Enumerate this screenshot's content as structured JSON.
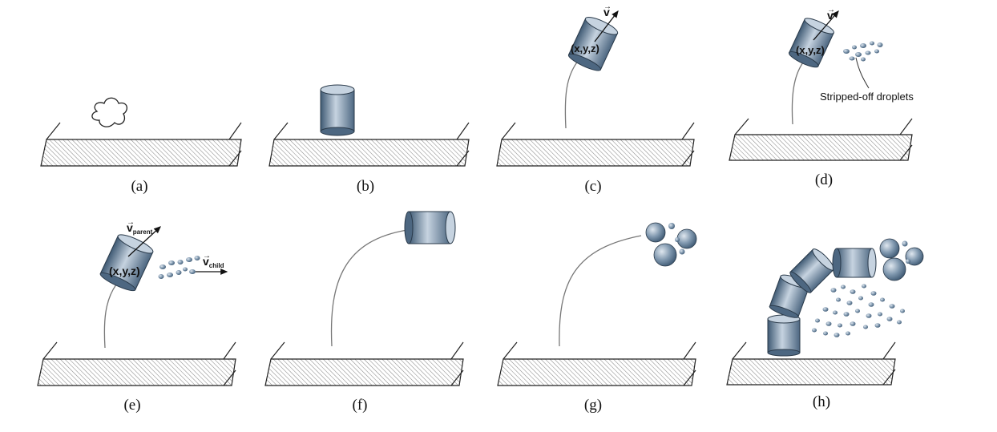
{
  "panels": [
    {
      "id": "a",
      "label": "(a)"
    },
    {
      "id": "b",
      "label": "(b)"
    },
    {
      "id": "c",
      "label": "(c)"
    },
    {
      "id": "d",
      "label": "(d)"
    },
    {
      "id": "e",
      "label": "(e)"
    },
    {
      "id": "f",
      "label": "(f)"
    },
    {
      "id": "g",
      "label": "(g)"
    },
    {
      "id": "h",
      "label": "(h)"
    }
  ],
  "annotations": {
    "position": "(x,y,z)",
    "velocity": "v",
    "velocity_parent_sub": "parent",
    "velocity_child_sub": "child",
    "stripped_droplets": "Stripped-off droplets"
  },
  "colors": {
    "parcel_light": "#c6d3e0",
    "parcel_mid": "#7f97ae",
    "parcel_dark": "#3f5a74",
    "outline": "#2a3a4a",
    "hatch": "#8a8a8a"
  }
}
